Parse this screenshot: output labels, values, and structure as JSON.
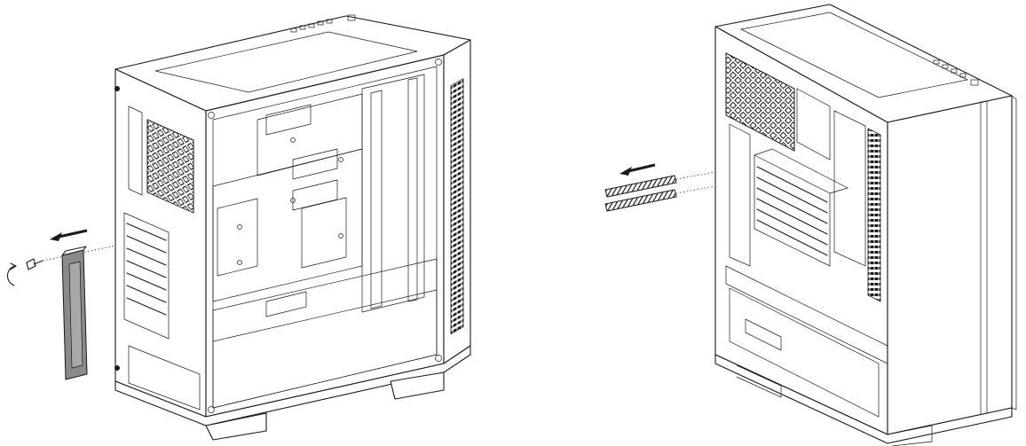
{
  "diagram": {
    "panels": [
      {
        "name": "left-view",
        "parts": [
          "case-chassis",
          "pci-slot-bracket",
          "thumb-screw",
          "rotate-arrow",
          "removal-arrow"
        ]
      },
      {
        "name": "right-view",
        "parts": [
          "case-chassis",
          "dust-filter-strips",
          "removal-arrow"
        ]
      }
    ]
  },
  "colors": {
    "line": "#1a1a1a",
    "background": "#ffffff",
    "bracket_fill": "#8a8a8a"
  }
}
